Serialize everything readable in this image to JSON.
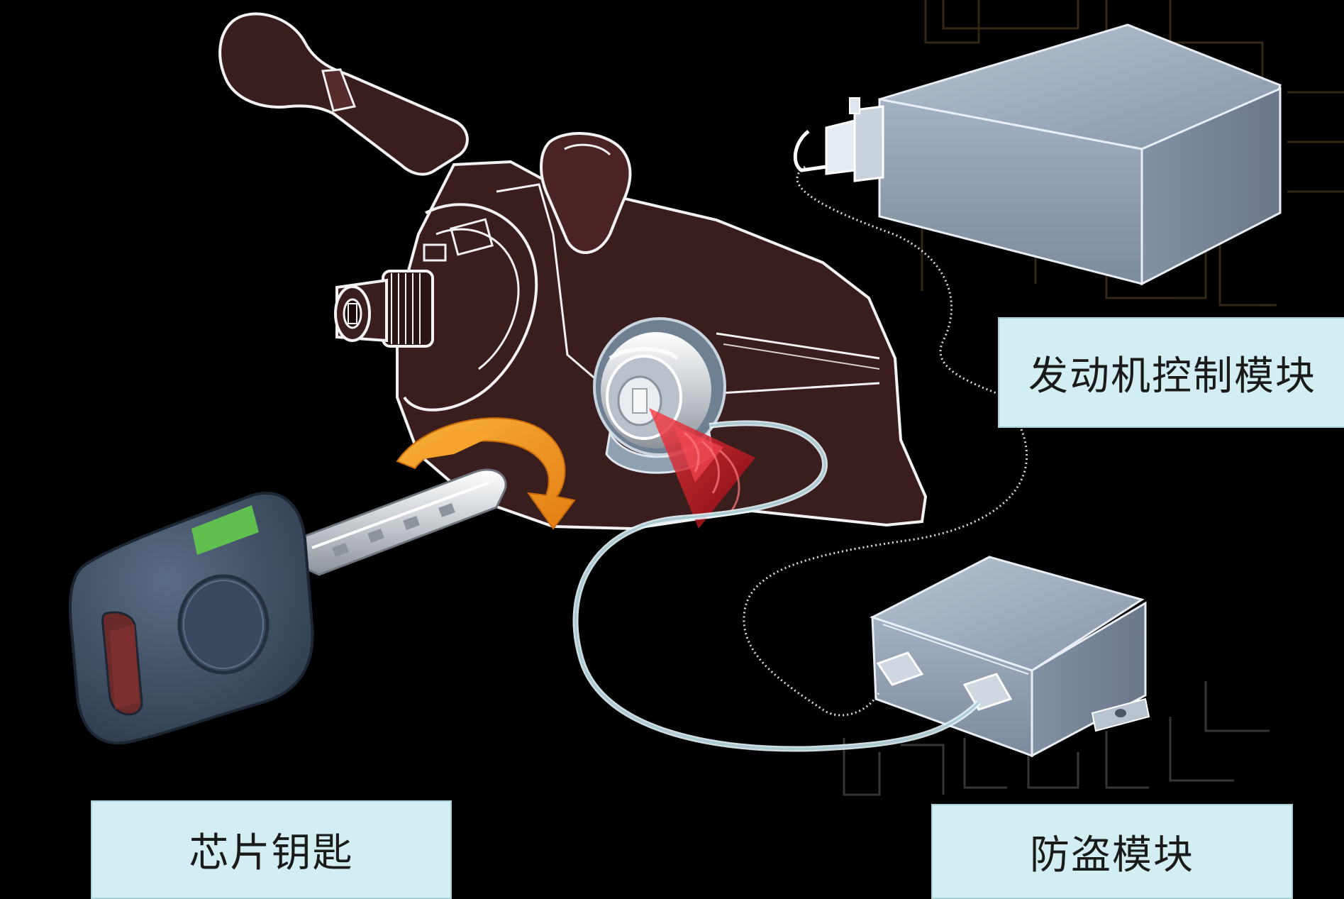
{
  "labels": {
    "engine_control_module": "发动机控制模块",
    "chip_key": "芯片钥匙",
    "immobilizer_module": "防盗模块"
  },
  "colors": {
    "background": "#000000",
    "label_fill": "#d3eef3",
    "module_box": "#9aa9bb",
    "column_body": "#3a1d1d",
    "outline": "#f2f2f2",
    "arrow": "#f39a1e",
    "signal_beam": "#d11b25",
    "key_body": "#3e4d63",
    "key_led": "#5fbf4f",
    "wire": "#e6f4f8"
  },
  "icons": {
    "rotation": "curved-rotation-arrow",
    "signal": "rf-signal-beam",
    "key": "transponder-key"
  }
}
